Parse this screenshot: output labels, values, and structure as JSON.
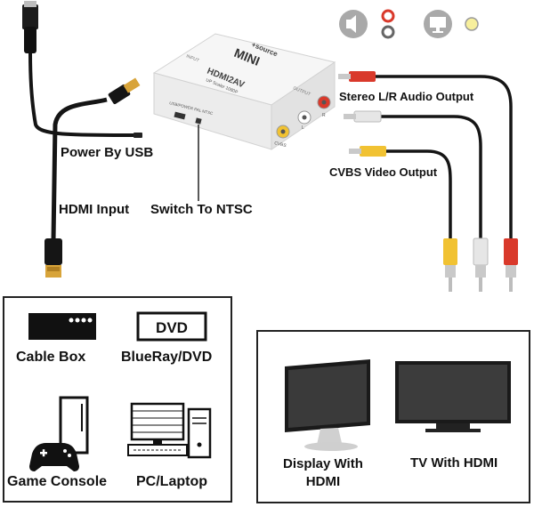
{
  "converter": {
    "brand": "+source",
    "model": "MINI",
    "title": "HDMI2AV",
    "subtitle": "UP Scaler 1080P",
    "port_input": "INPUT",
    "port_output": "OUTPUT",
    "port_power": "USB/POWER PAL NTSC",
    "port_cvbs": "CVBS",
    "port_l": "L",
    "port_r": "R"
  },
  "labels": {
    "power_by_usb": "Power By USB",
    "hdmi_input": "HDMI Input",
    "switch_to_ntsc": "Switch To NTSC",
    "stereo_output": "Stereo L/R Audio Output",
    "cvbs_output": "CVBS Video Output"
  },
  "sources": {
    "items": [
      {
        "label": "Cable Box"
      },
      {
        "label": "BlueRay/DVD",
        "device_text": "DVD"
      },
      {
        "label": "Game Console"
      },
      {
        "label": "PC/Laptop"
      }
    ]
  },
  "displays": {
    "items": [
      {
        "label": "Display With\nHDMI"
      },
      {
        "label": "TV With HDMI"
      }
    ]
  },
  "icons": [
    "speaker-icon",
    "audio-jack-icon",
    "monitor-icon",
    "video-jack-icon"
  ],
  "colors": {
    "cable_red": "#d9392b",
    "cable_white": "#e6e6e6",
    "cable_yellow": "#f1c232",
    "hdmi_gold": "#d8a43a",
    "device_white": "#f4f4f4",
    "icon_gray": "#a9a9a9"
  }
}
